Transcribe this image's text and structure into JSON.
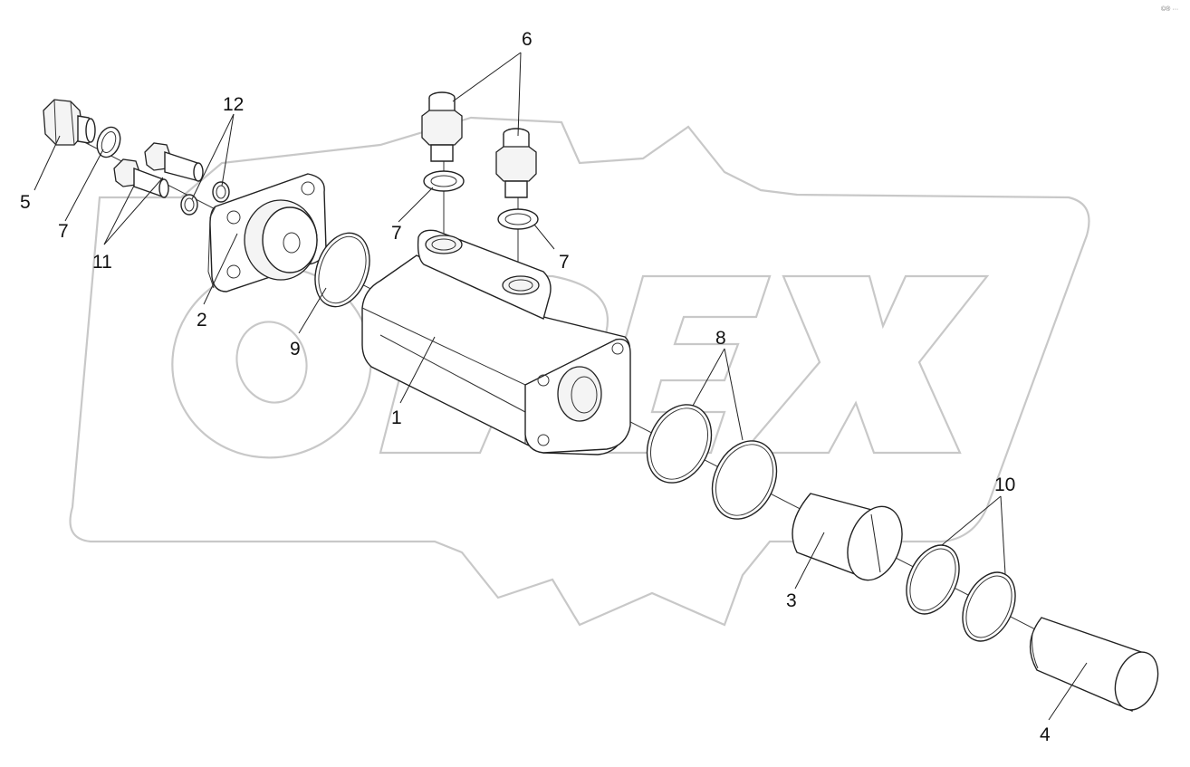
{
  "corner_mark": "©® ···",
  "watermark_text": "OPEX",
  "callouts": {
    "c1": "1",
    "c2": "2",
    "c3": "3",
    "c4": "4",
    "c5": "5",
    "c6": "6",
    "c7a": "7",
    "c7b": "7",
    "c7c": "7",
    "c8": "8",
    "c9": "9",
    "c10": "10",
    "c11": "11",
    "c12": "12"
  },
  "colors": {
    "line": "#222222",
    "watermark": "#c8c8c8",
    "background": "#ffffff"
  }
}
